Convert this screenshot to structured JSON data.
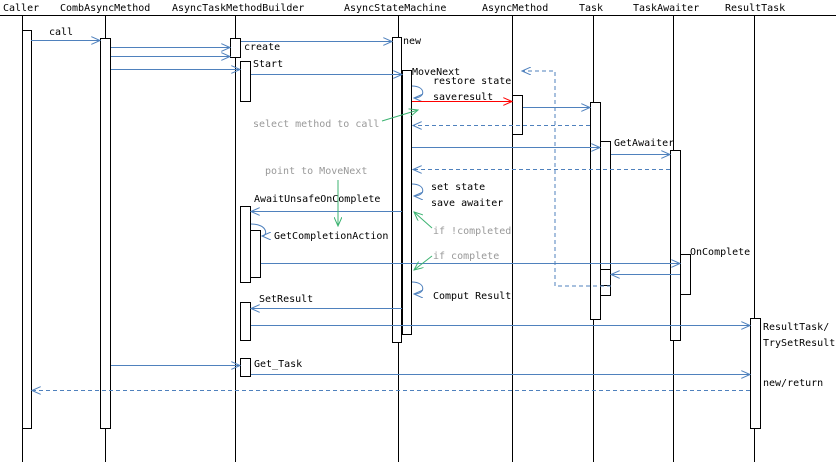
{
  "participants": [
    {
      "id": "caller",
      "label": "Caller"
    },
    {
      "id": "comb",
      "label": "CombAsyncMethod"
    },
    {
      "id": "builder",
      "label": "AsyncTaskMethodBuilder"
    },
    {
      "id": "sm",
      "label": "AsyncStateMachine"
    },
    {
      "id": "am",
      "label": "AsyncMethod"
    },
    {
      "id": "task",
      "label": "Task"
    },
    {
      "id": "awaiter",
      "label": "TaskAwaiter"
    },
    {
      "id": "result",
      "label": "ResultTask"
    }
  ],
  "messages": {
    "call": "call",
    "create": "create",
    "new": "new",
    "start": "Start",
    "movenext": "MoveNext",
    "restore": "restore state",
    "saveresult": "saveresult",
    "getawaiter": "GetAwaiter",
    "setstate": "set state",
    "saveawaiter": "save awaiter",
    "awaitunsafe": "AwaitUnsafeOnComplete",
    "getcompletion": "GetCompletionAction",
    "oncomplete": "OnComplete",
    "computresult": "Comput Result",
    "setresult": "SetResult",
    "resulttask1": "ResultTask/",
    "resulttask2": "TrySetResult",
    "gettask": "Get_Task",
    "newreturn": "new/return"
  },
  "notes": {
    "select": "select method to call",
    "point": "point to MoveNext",
    "ifnot": "if !completed",
    "ifcomplete": "if complete"
  },
  "colors": {
    "arrow": "#4f81bd",
    "highlight": "#ff0000",
    "note_arrow": "#3cb371",
    "note_text": "#999999",
    "lifeline": "#000000"
  }
}
